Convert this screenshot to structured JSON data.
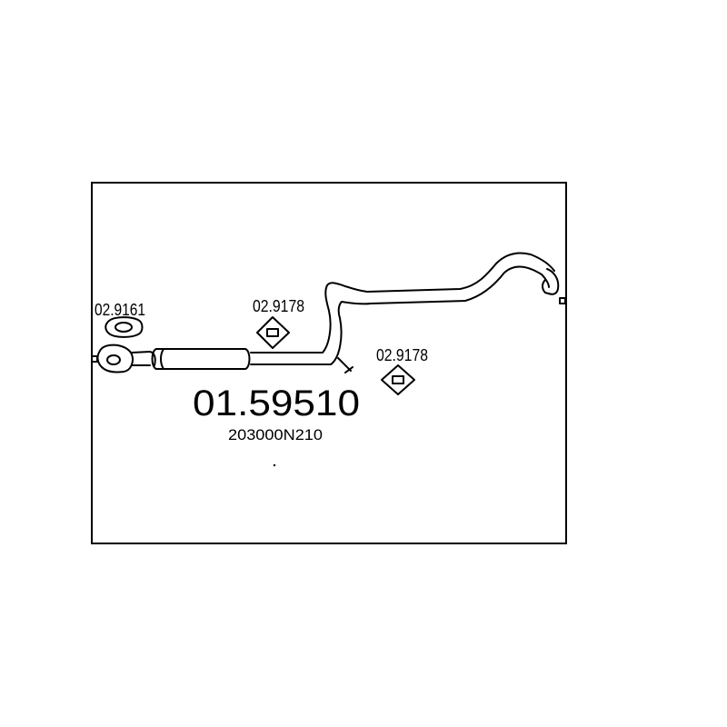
{
  "diagram": {
    "main_part_number": "01.59510",
    "oem_reference": "203000N210",
    "accessories": [
      {
        "code": "02.9161",
        "icon": "flange-gasket-icon"
      },
      {
        "code": "02.9178",
        "icon": "rubber-hanger-icon"
      },
      {
        "code": "02.9178",
        "icon": "rubber-hanger-icon"
      }
    ],
    "colors": {
      "line": "#000000",
      "background": "#ffffff"
    }
  }
}
